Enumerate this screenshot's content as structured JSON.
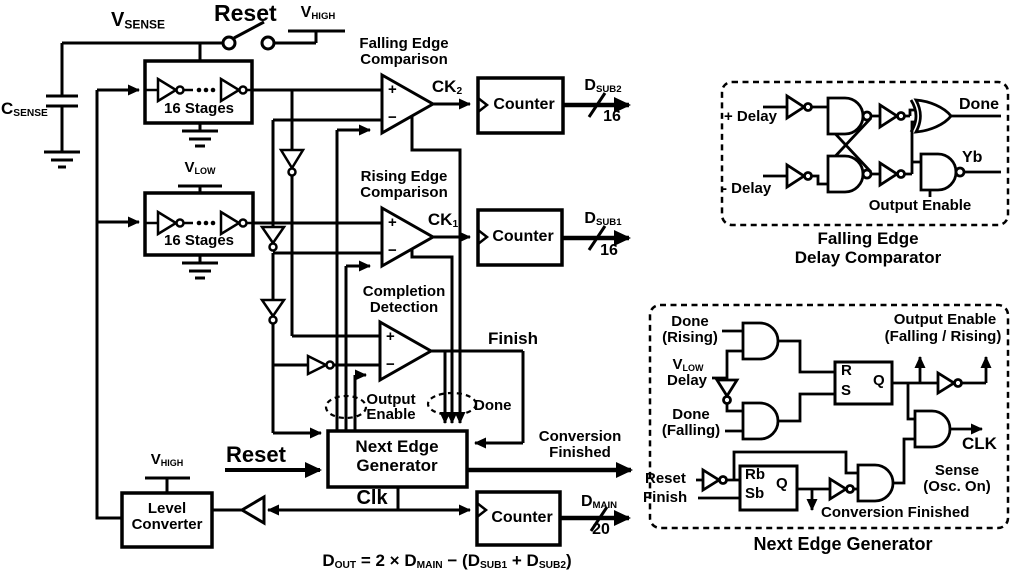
{
  "sym": {
    "plus": "+",
    "minus": "−"
  },
  "main": {
    "v_sense": {
      "base": "V",
      "sub": "SENSE"
    },
    "reset_top": "Reset",
    "v_high": {
      "base": "V",
      "sub": "HIGH"
    },
    "c_sense": {
      "base": "C",
      "sub": "SENSE"
    },
    "stages_label": "16 Stages",
    "v_low": {
      "base": "V",
      "sub": "LOW"
    },
    "falling_cmp": {
      "l1": "Falling Edge",
      "l2": "Comparison"
    },
    "rising_cmp": {
      "l1": "Rising Edge",
      "l2": "Comparison"
    },
    "completion": {
      "l1": "Completion",
      "l2": "Detection"
    },
    "ck2": {
      "base": "CK",
      "sub": "2"
    },
    "ck1": {
      "base": "CK",
      "sub": "1"
    },
    "counter_label": "Counter",
    "d_sub2": {
      "base": "D",
      "sub": "SUB2"
    },
    "d_sub1": {
      "base": "D",
      "sub": "SUB1"
    },
    "d_main": {
      "base": "D",
      "sub": "MAIN"
    },
    "bus16": "16",
    "bus20": "20",
    "finish": "Finish",
    "output_enable": {
      "l1": "Output",
      "l2": "Enable"
    },
    "done": "Done",
    "neg": {
      "l1": "Next Edge",
      "l2": "Generator"
    },
    "reset_bottom": "Reset",
    "conversion_finished": {
      "l1": "Conversion",
      "l2": "Finished"
    },
    "clk": "Clk",
    "level_converter": {
      "l1": "Level",
      "l2": "Converter"
    },
    "formula": {
      "p0": "D",
      "s0": "OUT",
      "p1": " = 2 × ",
      "p2": "D",
      "s2": "MAIN",
      "p3": " − (",
      "p4": "D",
      "s4": "SUB1",
      "p5": " + ",
      "p6": "D",
      "s6": "SUB2",
      "p7": ")"
    }
  },
  "fedc": {
    "in_plus": "+ Delay",
    "in_minus": "- Delay",
    "done": "Done",
    "yb": "Yb",
    "output_enable": "Output Enable",
    "caption": {
      "l1": "Falling Edge",
      "l2": "Delay Comparator"
    }
  },
  "negd": {
    "done_rising": {
      "l1": "Done",
      "l2": "(Rising)"
    },
    "v_low_delay": {
      "base": "V",
      "sub": "LOW",
      "l2": "Delay"
    },
    "done_falling": {
      "l1": "Done",
      "l2": "(Falling)"
    },
    "rs": {
      "r": "R",
      "s": "S",
      "q": "Q"
    },
    "output_enable": {
      "l1": "Output Enable",
      "l2": "(Falling / Rising)"
    },
    "clk": "CLK",
    "sense": {
      "l1": "Sense",
      "l2": "(Osc. On)"
    },
    "reset": "Reset",
    "finish": "Finish",
    "rbsb": {
      "rb": "Rb",
      "sb": "Sb",
      "q": "Q"
    },
    "conversion_finished": "Conversion Finished",
    "caption": "Next Edge Generator"
  }
}
